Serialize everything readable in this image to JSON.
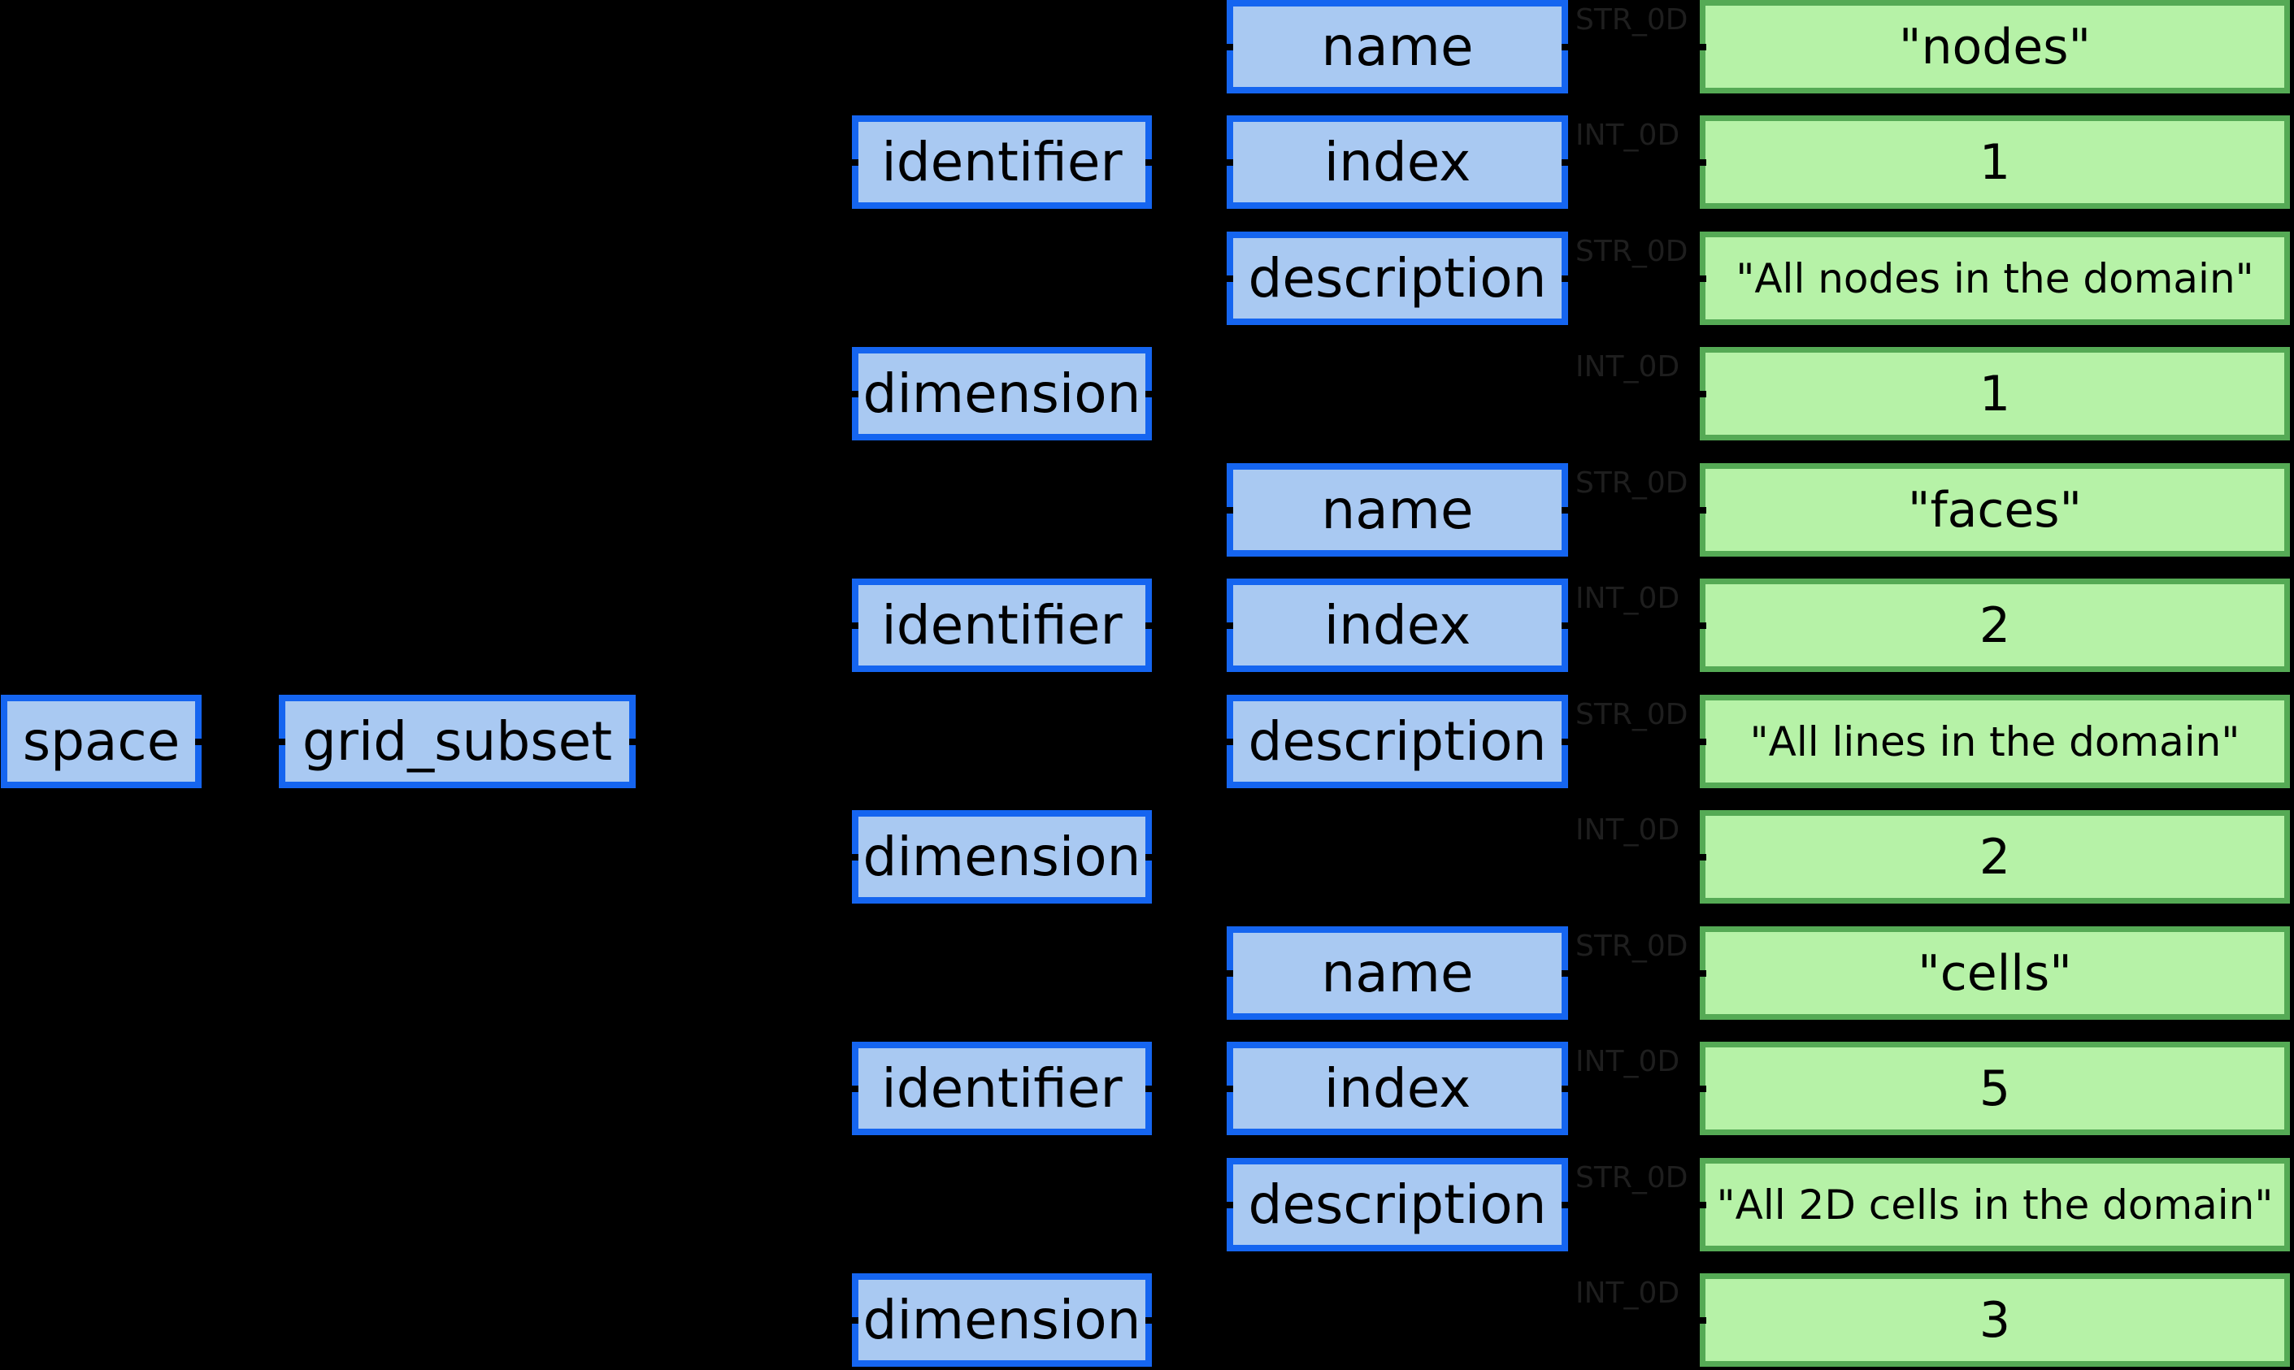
{
  "diagram": {
    "root_label": "space",
    "subset_label": "grid_subset",
    "groups": [
      {
        "identifier_label": "identifier",
        "dimension_label": "dimension",
        "name_label": "name",
        "index_label": "index",
        "description_label": "description",
        "name_type": "STR_0D",
        "name_value": "\"nodes\"",
        "index_type": "INT_0D",
        "index_value": "1",
        "description_type": "STR_0D",
        "description_value": "\"All nodes in the domain\"",
        "dimension_type": "INT_0D",
        "dimension_value": "1"
      },
      {
        "identifier_label": "identifier",
        "dimension_label": "dimension",
        "name_label": "name",
        "index_label": "index",
        "description_label": "description",
        "name_type": "STR_0D",
        "name_value": "\"faces\"",
        "index_type": "INT_0D",
        "index_value": "2",
        "description_type": "STR_0D",
        "description_value": "\"All lines in the domain\"",
        "dimension_type": "INT_0D",
        "dimension_value": "2"
      },
      {
        "identifier_label": "identifier",
        "dimension_label": "dimension",
        "name_label": "name",
        "index_label": "index",
        "description_label": "description",
        "name_type": "STR_0D",
        "name_value": "\"cells\"",
        "index_type": "INT_0D",
        "index_value": "5",
        "description_type": "STR_0D",
        "description_value": "\"All 2D cells in the domain\"",
        "dimension_type": "INT_0D",
        "dimension_value": "3"
      }
    ],
    "colors": {
      "background": "#000000",
      "node_fill": "#a9c9f2",
      "node_border": "#1565f0",
      "value_fill": "#b6f2a7",
      "value_border": "#55aa55",
      "type_label": "#1e1e1e"
    }
  }
}
